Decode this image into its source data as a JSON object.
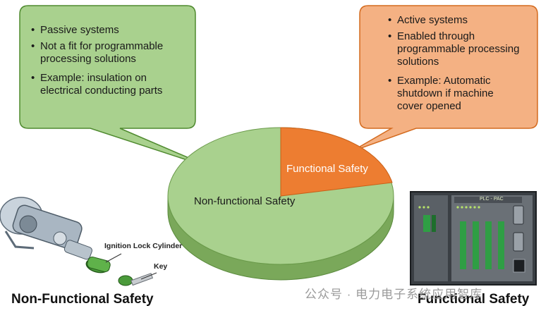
{
  "left_callout": {
    "bullets": [
      "Passive systems",
      "Not a fit for programmable processing solutions",
      "Example: insulation on electrical conducting parts"
    ],
    "fill": "#a9d18e",
    "stroke": "#4f8a2f"
  },
  "right_callout": {
    "bullets": [
      "Active systems",
      "Enabled through programmable processing solutions",
      "Example: Automatic shutdown if machine cover opened"
    ],
    "fill": "#f4b183",
    "stroke": "#d46b1f"
  },
  "pie": {
    "main_label": "Non-functional Safety",
    "slice_label": "Functional Safety",
    "main_color": "#a9d18e",
    "slice_color": "#ed7d31"
  },
  "labels": {
    "ignition": "Ignition Lock Cylinder",
    "key": "Key",
    "plc_header": "PLC - PAC"
  },
  "captions": {
    "left": "Non-Functional Safety",
    "right": "Functional Safety"
  },
  "watermark": "公众号 · 电力电子系统应用智库"
}
